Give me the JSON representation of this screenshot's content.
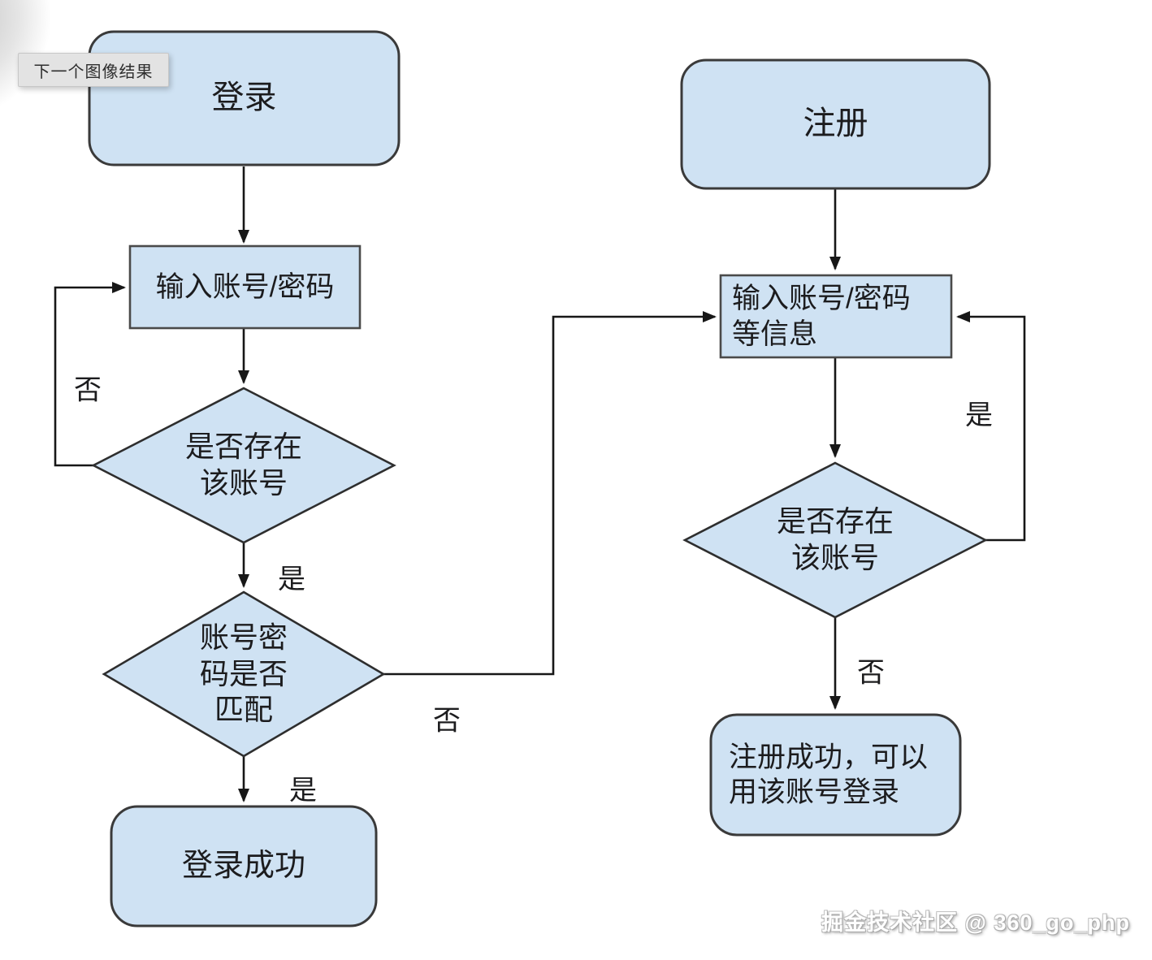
{
  "tooltip": {
    "text": "下一个图像结果"
  },
  "watermark": {
    "text": "掘金技术社区 @ 360_go_php"
  },
  "colors": {
    "node_fill": "#cfe2f3",
    "node_border": "#3a3a3a",
    "connector": "#171717",
    "tooltip_bg": "#e3e3e3"
  },
  "flowchart": {
    "nodes": {
      "login_start": {
        "label": "登录"
      },
      "login_input": {
        "label": "输入账号/密码"
      },
      "login_exists": {
        "label": "是否存在\n该账号"
      },
      "login_match": {
        "label": "账号密\n码是否\n匹配"
      },
      "login_success": {
        "label": "登录成功"
      },
      "register_start": {
        "label": "注册"
      },
      "register_input": {
        "label": "输入账号/密码\n等信息"
      },
      "register_exists": {
        "label": "是否存在\n该账号"
      },
      "register_success": {
        "label": "注册成功，可以\n用该账号登录"
      }
    },
    "edge_labels": {
      "login_exists_no": "否",
      "login_exists_yes": "是",
      "login_match_yes": "是",
      "login_match_no": "否",
      "register_exists_yes": "是",
      "register_exists_no": "否"
    }
  }
}
